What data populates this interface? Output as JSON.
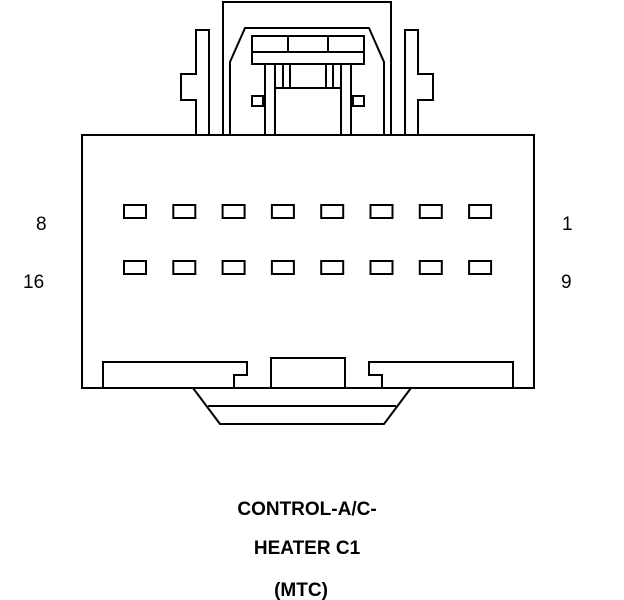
{
  "connector": {
    "caption_line1": "CONTROL-A/C-",
    "caption_line2": "HEATER C1",
    "caption_line3": "(MTC)",
    "row1_left_label": "8",
    "row1_right_label": "1",
    "row2_left_label": "16",
    "row2_right_label": "9",
    "pins_per_row": 8,
    "rows": 2
  }
}
